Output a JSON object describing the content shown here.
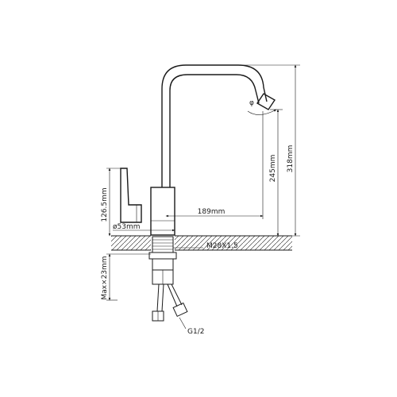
{
  "dimensions": {
    "total_height": "318mm",
    "spout_height": "245mm",
    "spout_reach": "189mm",
    "body_height": "126.5mm",
    "base_diameter": "ø53mm",
    "thread": "M28X1.5",
    "max_deck": "Max×23mm",
    "hose_thread": "G1/2"
  }
}
